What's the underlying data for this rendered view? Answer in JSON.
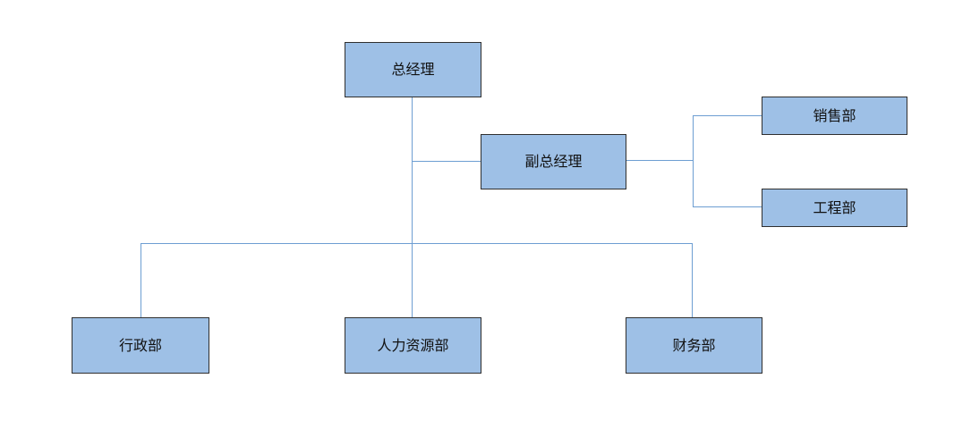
{
  "diagram": {
    "colors": {
      "box_fill": "#9ec0e6",
      "box_border": "#2f2f2f",
      "connector": "#6d9ed2",
      "text": "#111111"
    },
    "nodes": {
      "general_manager": "总经理",
      "deputy_general_manager": "副总经理",
      "sales_department": "销售部",
      "engineering_department": "工程部",
      "administration_department": "行政部",
      "human_resources_department": "人力资源部",
      "finance_department": "财务部"
    }
  }
}
